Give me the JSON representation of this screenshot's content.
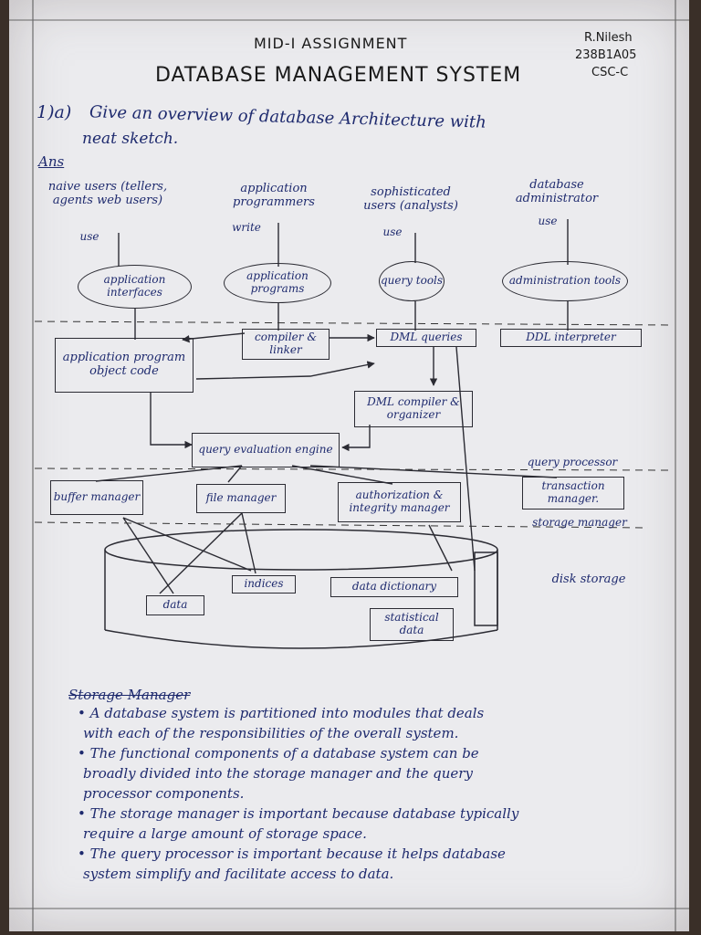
{
  "header": {
    "assignment": "MID-I ASSIGNMENT",
    "title": "DATABASE MANAGEMENT SYSTEM",
    "student_name": "R.Nilesh",
    "roll_no": "238B1A05",
    "section": "CSC-C"
  },
  "question": {
    "number": "1)a)",
    "text_line1": "Give an overview of database Architecture with",
    "text_line2": "neat sketch."
  },
  "answer_label": "Ans",
  "diagram": {
    "users": [
      {
        "name": "naive users (tellers, agents web users)",
        "verb": "use"
      },
      {
        "name": "application programmers",
        "verb": "write"
      },
      {
        "name": "sophisticated users (analysts)",
        "verb": "use"
      },
      {
        "name": "database administrator",
        "verb": "use"
      }
    ],
    "tools": [
      "application interfaces",
      "application programs",
      "query tools",
      "administration tools"
    ],
    "compiler_linker": "compiler & linker",
    "dml_queries": "DML queries",
    "ddl_interpreter": "DDL interpreter",
    "app_program_object_code": "application program object code",
    "dml_compiler": "DML compiler & organizer",
    "query_evaluation_engine": "query evaluation engine",
    "query_processor_label": "query processor",
    "buffer_manager": "buffer manager",
    "file_manager": "file manager",
    "authorization_manager": "authorization & integrity manager",
    "transaction_manager": "transaction manager.",
    "storage_manager_label": "storage manager",
    "disk_storage_label": "disk storage",
    "indices": "indices",
    "data_dictionary": "data dictionary",
    "data": "data",
    "statistical_data": "statistical data"
  },
  "notes": {
    "heading": "Storage Manager",
    "lines": [
      "• A database system is partitioned into modules that deals",
      "with each of the responsibilities of the overall system.",
      "• The functional components of a database system can be",
      "broadly divided into the storage manager and the query",
      "processor components.",
      "• The storage manager is important because database typically",
      "require a large amount of storage space.",
      "• The query processor is important because it helps database",
      "system simplify and facilitate access to data."
    ]
  },
  "colors": {
    "ink": "#1e2a6e",
    "paper": "#ebebee",
    "pencil": "#2b2b33",
    "background": "#3a2f28"
  }
}
